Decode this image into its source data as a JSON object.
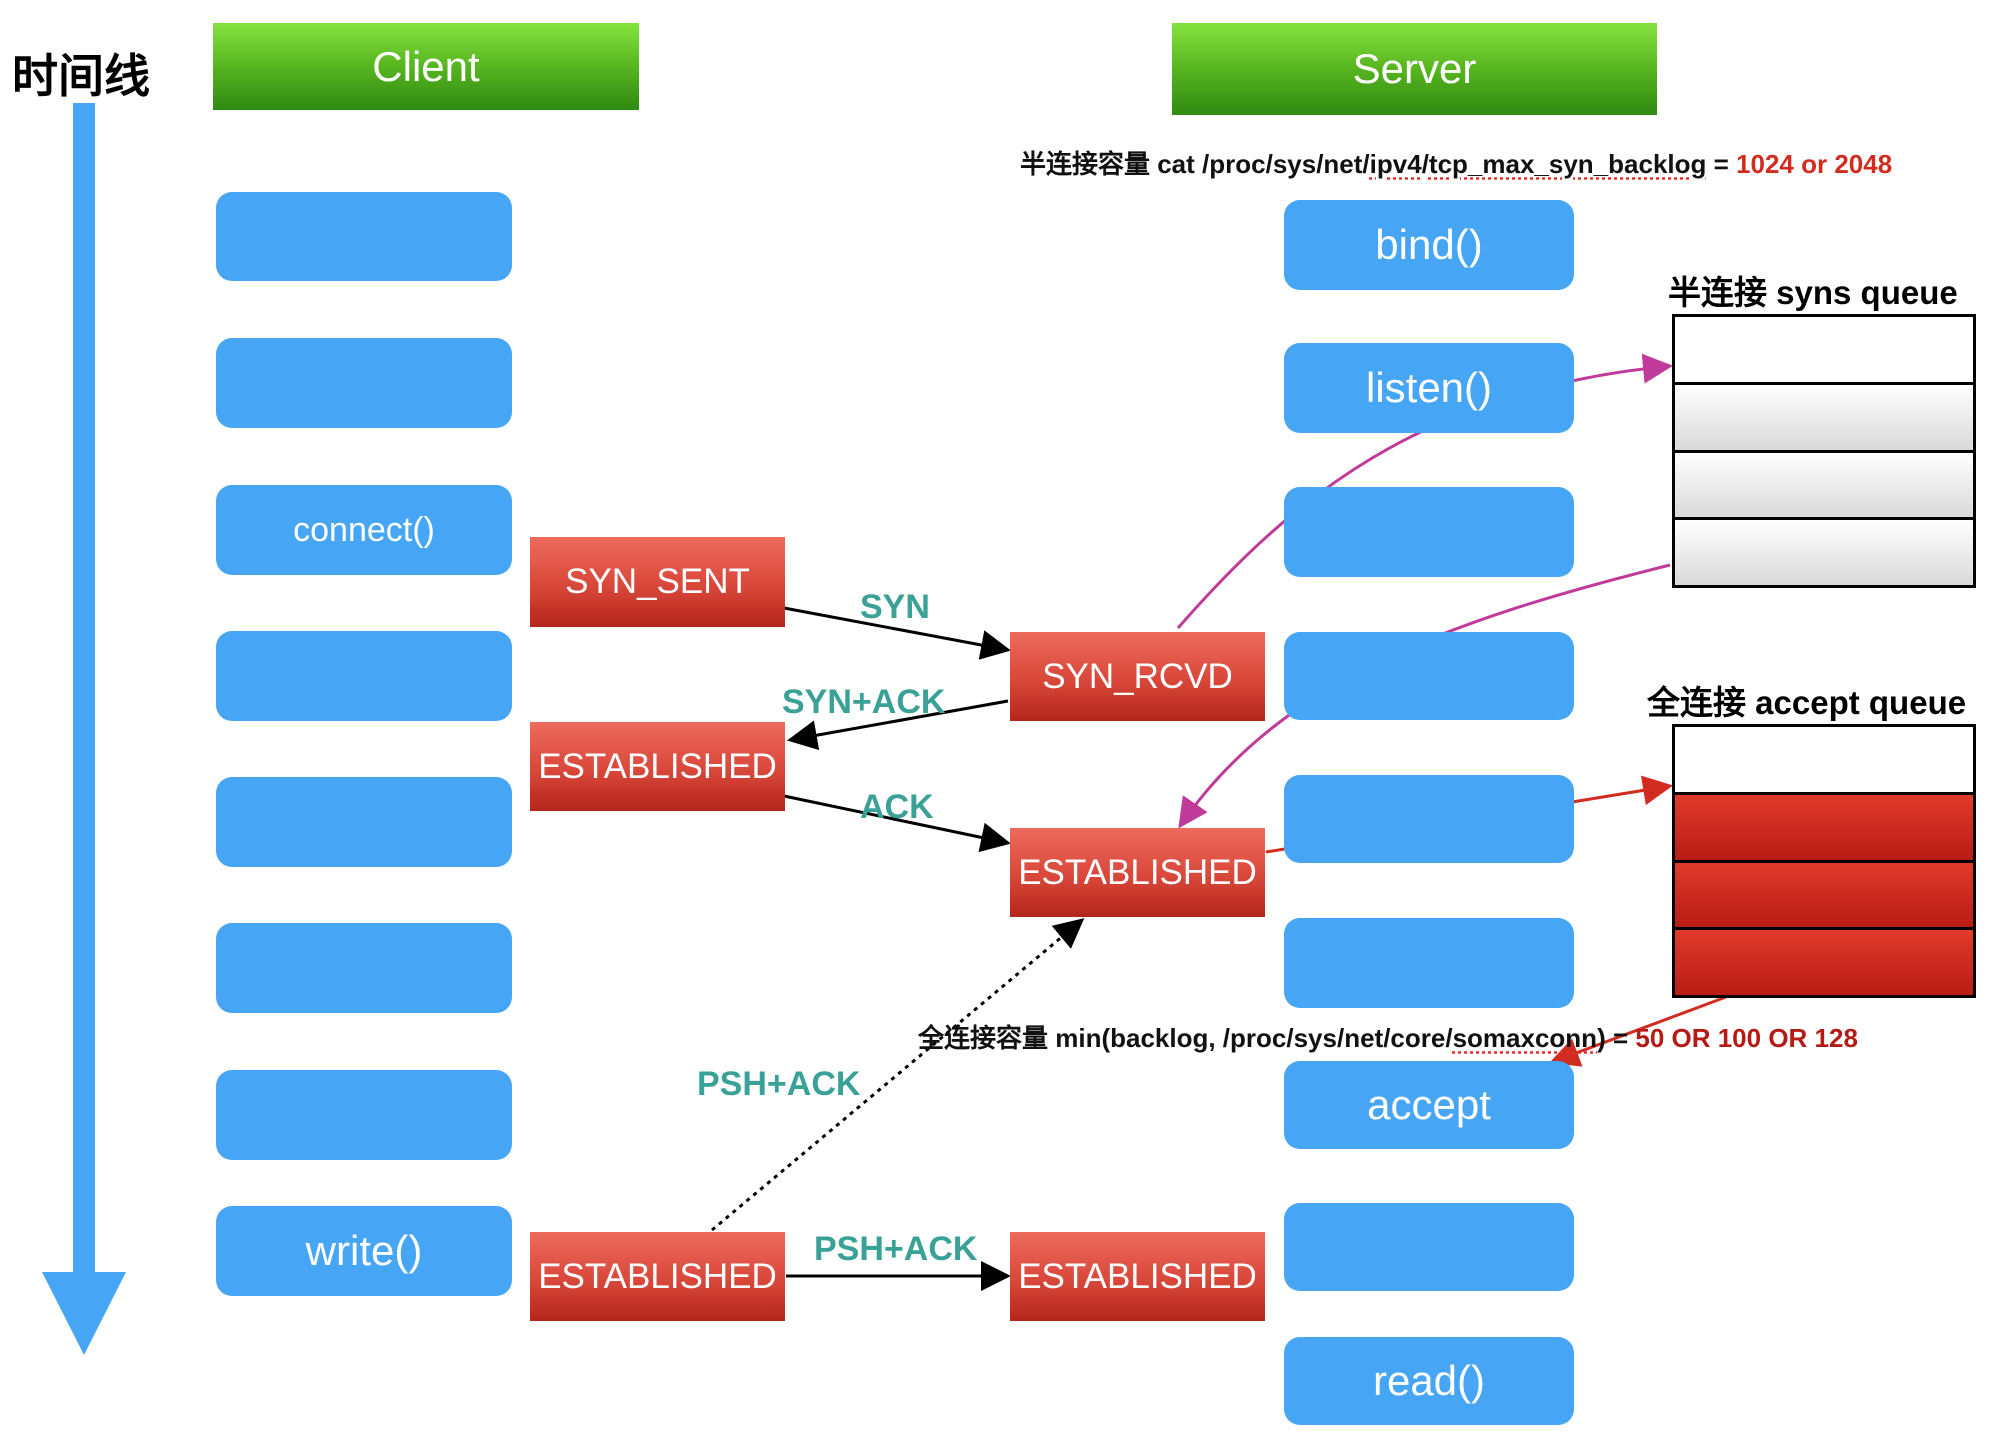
{
  "timeline": {
    "label": "时间线",
    "color": "#46a6f5"
  },
  "client": {
    "header": "Client",
    "steps": [
      "",
      "",
      "connect()",
      "",
      "",
      "",
      "",
      "write()"
    ]
  },
  "server": {
    "header": "Server",
    "steps": [
      "bind()",
      "listen()",
      "",
      "",
      "",
      "",
      "accept",
      "",
      "read()"
    ]
  },
  "states": {
    "client_syn_sent": "SYN_SENT",
    "client_established_1": "ESTABLISHED",
    "client_established_2": "ESTABLISHED",
    "server_syn_rcvd": "SYN_RCVD",
    "server_established_1": "ESTABLISHED",
    "server_established_2": "ESTABLISHED"
  },
  "packets": {
    "syn": "SYN",
    "syn_ack": "SYN+ACK",
    "ack": "ACK",
    "psh_ack_1": "PSH+ACK",
    "psh_ack_2": "PSH+ACK"
  },
  "notes": {
    "half_prefix": "半连接容量 cat /proc/sys/net/",
    "half_u1": "ipv4",
    "half_mid": "/",
    "half_u2": "tcp_max_syn_backlog",
    "half_eq": " = ",
    "half_value": "1024 or 2048",
    "full_prefix": "全连接容量 min(backlog, /proc/sys/net/core/",
    "full_u1": "somaxconn",
    "full_mid": ") = ",
    "full_value": "50 OR 100 OR 128"
  },
  "queues": {
    "syn_title": "半连接 syns queue",
    "accept_title": "全连接 accept queue",
    "syn_cells": [
      "white",
      "gray",
      "gray",
      "gray"
    ],
    "accept_cells": [
      "white",
      "red",
      "red",
      "red"
    ]
  },
  "colors": {
    "step_blue": "#46a6f5",
    "state_red": "#d8473a",
    "header_green": "#57b520",
    "packet_teal": "#3aa196",
    "magenta_arrow": "#c03a9a",
    "red_arrow": "#d22b1f"
  }
}
